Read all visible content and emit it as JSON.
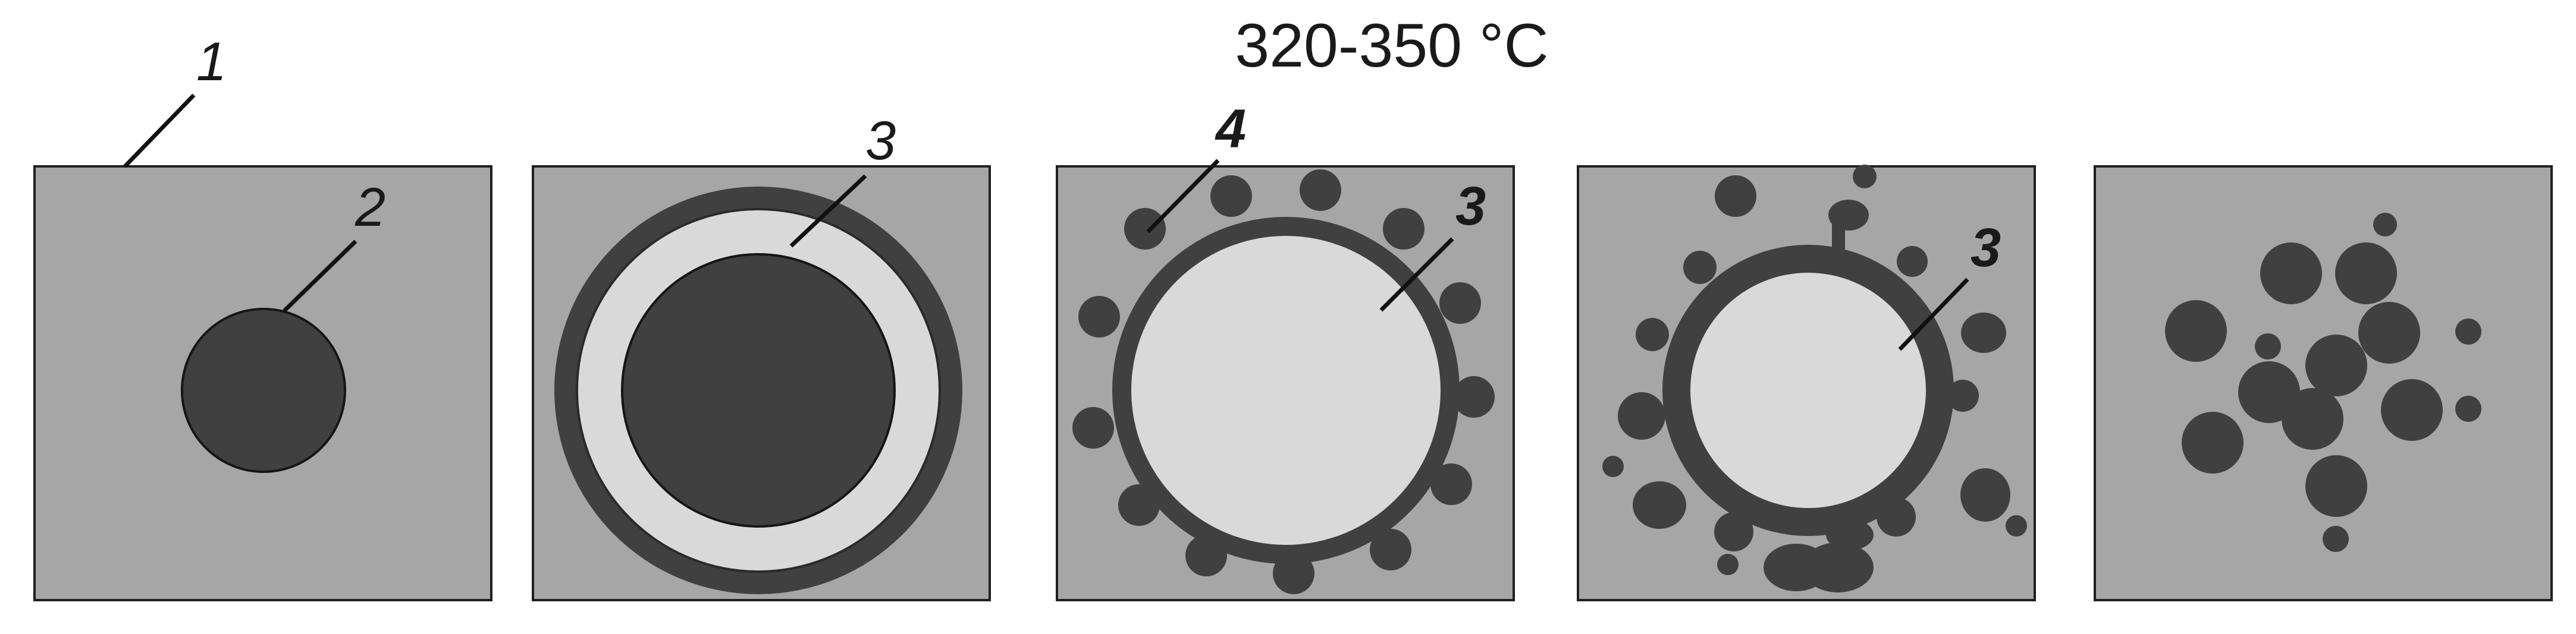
{
  "title": "320-350 °C",
  "labels": {
    "matrix": "1",
    "particle": "2",
    "shell": "3",
    "nodule": "4"
  },
  "colors": {
    "matrix": "#a6a6a6",
    "particle": "#404040",
    "shell": "#d9d9d9",
    "outline": "#1f1f1f"
  },
  "stages": [
    "initial particle in matrix",
    "core with light shell and dark rim",
    "rim breaking into nodules",
    "nodules detaching",
    "dispersed particles"
  ]
}
